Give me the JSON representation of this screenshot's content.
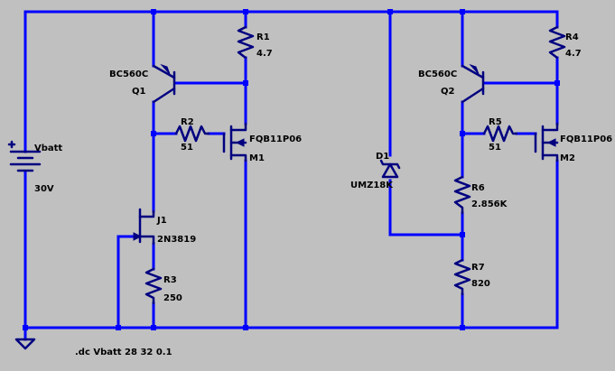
{
  "schematic": {
    "vbatt": {
      "name": "Vbatt",
      "value": "30V"
    },
    "q1": {
      "model": "BC560C",
      "ref": "Q1"
    },
    "q2": {
      "model": "BC560C",
      "ref": "Q2"
    },
    "r1": {
      "ref": "R1",
      "value": "4.7"
    },
    "r2": {
      "ref": "R2",
      "value": "51"
    },
    "r3": {
      "ref": "R3",
      "value": "250"
    },
    "r4": {
      "ref": "R4",
      "value": "4.7"
    },
    "r5": {
      "ref": "R5",
      "value": "51"
    },
    "r6": {
      "ref": "R6",
      "value": "2.856K"
    },
    "r7": {
      "ref": "R7",
      "value": "820"
    },
    "m1": {
      "model": "FQB11P06",
      "ref": "M1"
    },
    "m2": {
      "model": "FQB11P06",
      "ref": "M2"
    },
    "j1": {
      "ref": "J1",
      "model": "2N3819"
    },
    "d1": {
      "ref": "D1",
      "model": "UMZ18K"
    },
    "directive": ".dc Vbatt 28 32 0.1"
  },
  "colors": {
    "background": "#c0c0c0",
    "wire": "#0000ff",
    "component": "#000080",
    "text": "#000000"
  }
}
